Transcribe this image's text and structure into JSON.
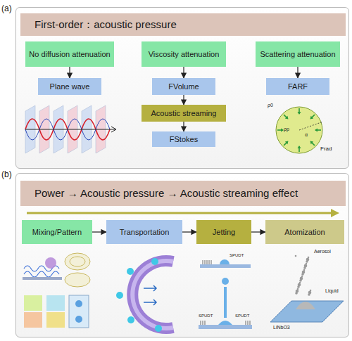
{
  "diagram": {
    "nodes": [
      {
        "text": [
          "(a)"
        ]
      },
      {
        "text": [
          "First-order：acoustic pressure"
        ],
        "in": 0
      },
      {
        "text": [
          "No diffusion attenuation"
        ],
        "in": 0
      },
      {
        "text": [
          "Viscosity attenuation"
        ],
        "in": 0
      },
      {
        "text": [
          "Scattering attenuation"
        ],
        "in": 0
      },
      {
        "text": [
          "Plane wave"
        ],
        "in": 0
      },
      {
        "text": [
          "FVolume"
        ],
        "in": 0
      },
      {
        "text": [
          "FARF"
        ],
        "in": 0
      },
      {
        "text": [
          "Acoustic streaming"
        ],
        "in": 0
      },
      {
        "text": [
          "FStokes"
        ],
        "in": 0
      },
      {
        "text": [
          "(b)"
        ]
      },
      {
        "text": [
          "Power → Acoustic pressure → Acoustic streaming effect"
        ],
        "in": 10
      },
      {
        "text": [
          "Mixing/Pattern"
        ],
        "in": 10
      },
      {
        "text": [
          "Transportation"
        ],
        "in": 10
      },
      {
        "text": [
          "Jetting"
        ],
        "in": 10
      },
      {
        "text": [
          "Atomization"
        ],
        "in": 10
      }
    ],
    "edges": [
      {
        "from": 2,
        "to": 5,
        "arrow": "to"
      },
      {
        "from": 3,
        "to": 6,
        "arrow": "to"
      },
      {
        "from": 4,
        "to": 7,
        "arrow": "to"
      },
      {
        "from": 6,
        "to": 8,
        "arrow": "to"
      },
      {
        "from": 8,
        "to": 9,
        "arrow": "to"
      },
      {
        "from": 12,
        "to": 13,
        "arrow": "to"
      },
      {
        "from": 13,
        "to": 14,
        "arrow": "to"
      },
      {
        "from": 14,
        "to": 15,
        "arrow": "to"
      }
    ],
    "labels": [
      "Frad",
      "α",
      "ρp",
      "ρ0",
      "SPUDT",
      "SPUDT",
      "SPUDT",
      "Aerosol",
      "Liquid",
      "LiNbO3"
    ]
  }
}
